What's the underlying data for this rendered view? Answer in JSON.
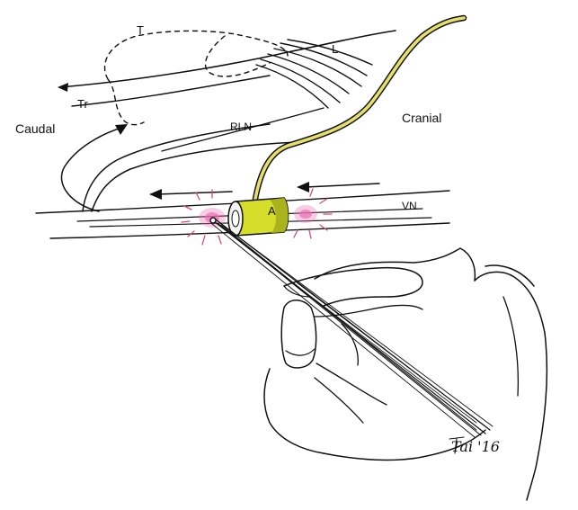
{
  "labels": {
    "thyroid": "T",
    "larynx": "L",
    "trachea": "Tr",
    "recurrent_laryngeal_nerve": "RLN",
    "vagus_nerve": "VN",
    "electrode": "A",
    "caudal": "Caudal",
    "cranial": "Cranial"
  },
  "signature": "Tai '16",
  "colors": {
    "ink": "#111111",
    "electrode_fill": "#d6dd2a",
    "electrode_shade": "#aab21c",
    "lead_wire": "#e6e06a",
    "stimulation_glow": "#ec6fb4",
    "stimulation_rays": "#d94a7a"
  }
}
